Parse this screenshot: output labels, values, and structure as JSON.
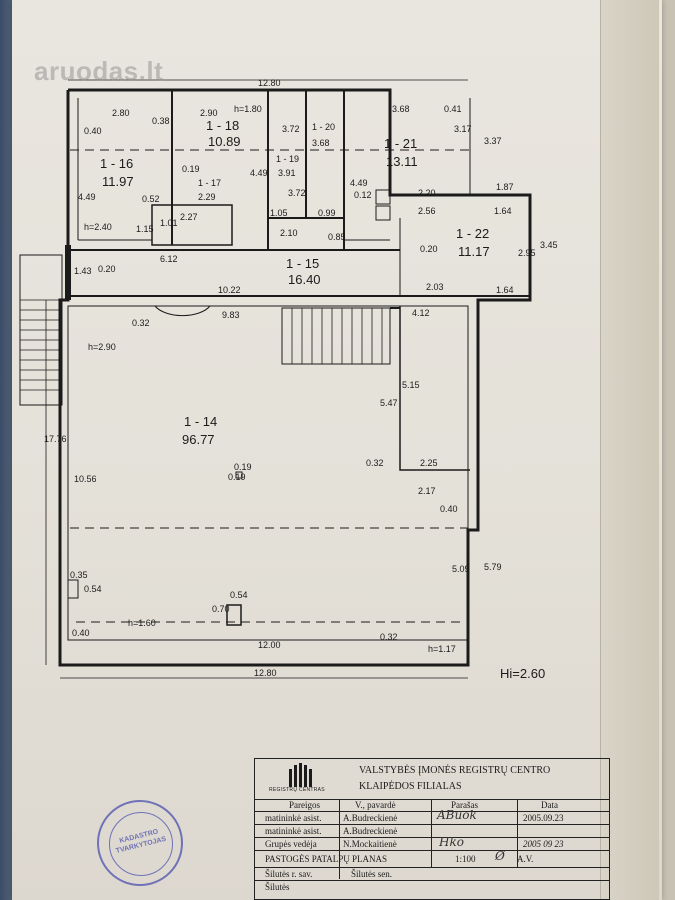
{
  "watermark": {
    "text": "aruodas.lt"
  },
  "plan": {
    "overall_width_top": "12.80",
    "overall_width_bottom": "12.80",
    "overall_height_left": "17.76",
    "height_marks": [
      "h=2.40",
      "h=1.80",
      "h=2.90",
      "h=1.60",
      "h=1.17"
    ],
    "hi": "Hi=2.60",
    "rooms": [
      {
        "id": "1 - 16",
        "area": "11.97"
      },
      {
        "id": "1 - 18",
        "area": "10.89"
      },
      {
        "id": "1 - 19",
        "area": "3.91"
      },
      {
        "id": "1 - 17",
        "area": "2.29"
      },
      {
        "id": "1 - 20",
        "area": "3.68"
      },
      {
        "id": "1 - 21",
        "area": "13.11"
      },
      {
        "id": "1 - 22",
        "area": "11.17"
      },
      {
        "id": "1 - 15",
        "area": "16.40"
      },
      {
        "id": "1 - 14",
        "area": "96.77"
      }
    ],
    "dims": {
      "d_2_80": "2.80",
      "d_2_90": "2.90",
      "d_3_72a": "3.72",
      "d_3_72b": "3.72",
      "d_3_68": "3.68",
      "d_0_41": "0.41",
      "d_3_17": "3.17",
      "d_3_37": "3.37",
      "d_0_40a": "0.40",
      "d_0_38": "0.38",
      "d_4_49a": "4.49",
      "d_0_52": "0.52",
      "d_0_19a": "0.19",
      "d_4_49b": "4.49",
      "d_4_49c": "4.49",
      "d_2_20": "2.20",
      "d_1_87": "1.87",
      "d_2_56": "2.56",
      "d_1_64a": "1.64",
      "d_0_12": "0.12",
      "d_2_27": "2.27",
      "d_1_01": "1.01",
      "d_1_15": "1.15",
      "d_1_05": "1.05",
      "d_0_99": "0.99",
      "d_2_10": "2.10",
      "d_0_85": "0.85",
      "d_2_95": "2.95",
      "d_3_45": "3.45",
      "d_0_20a": "0.20",
      "d_6_12": "6.12",
      "d_1_43": "1.43",
      "d_0_20b": "0.20",
      "d_10_22": "10.22",
      "d_2_03": "2.03",
      "d_1_64b": "1.64",
      "d_0_32a": "0.32",
      "d_9_83": "9.83",
      "d_4_12": "4.12",
      "d_5_15": "5.15",
      "d_5_47": "5.47",
      "d_10_56": "10.56",
      "d_0_19b": "0.19",
      "d_0_19c": "0.19",
      "d_0_32b": "0.32",
      "d_2_25": "2.25",
      "d_2_17": "2.17",
      "d_0_40b": "0.40",
      "d_5_09": "5.09",
      "d_5_79": "5.79",
      "d_0_35": "0.35",
      "d_0_54a": "0.54",
      "d_0_54b": "0.54",
      "d_0_70": "0.70",
      "d_0_40c": "0.40",
      "d_12_00": "12.00",
      "d_0_32c": "0.32"
    }
  },
  "title_block": {
    "organization": "VALSTYBĖS ĮMONĖS REGISTRŲ CENTRO",
    "branch": "KLAIPĖDOS FILIALAS",
    "logo_text": "REGISTRŲ CENTRAS",
    "headers": {
      "position": "Pareigos",
      "name": "V., pavardė",
      "signature": "Parašas",
      "date": "Data"
    },
    "rows": [
      {
        "position": "matininkė asist.",
        "name": "A.Budreckienė",
        "date": "2005.09.23"
      },
      {
        "position": "matininkė asist.",
        "name": "A.Budreckienė",
        "date": ""
      },
      {
        "position": "Grupės vedėja",
        "name": "N.Mockaitienė",
        "date": "2005 09 23"
      }
    ],
    "plan_title": "PASTOGĖS PATALPŲ PLANAS",
    "scale": "1:100",
    "sheet_code": "A.V.",
    "district": "Šilutės r. sav.",
    "eldership": "Šilutės sen.",
    "town": "Šilutės"
  },
  "stamp": {
    "line1": "KADASTRO",
    "line2": "TVARKYTOJAS"
  }
}
